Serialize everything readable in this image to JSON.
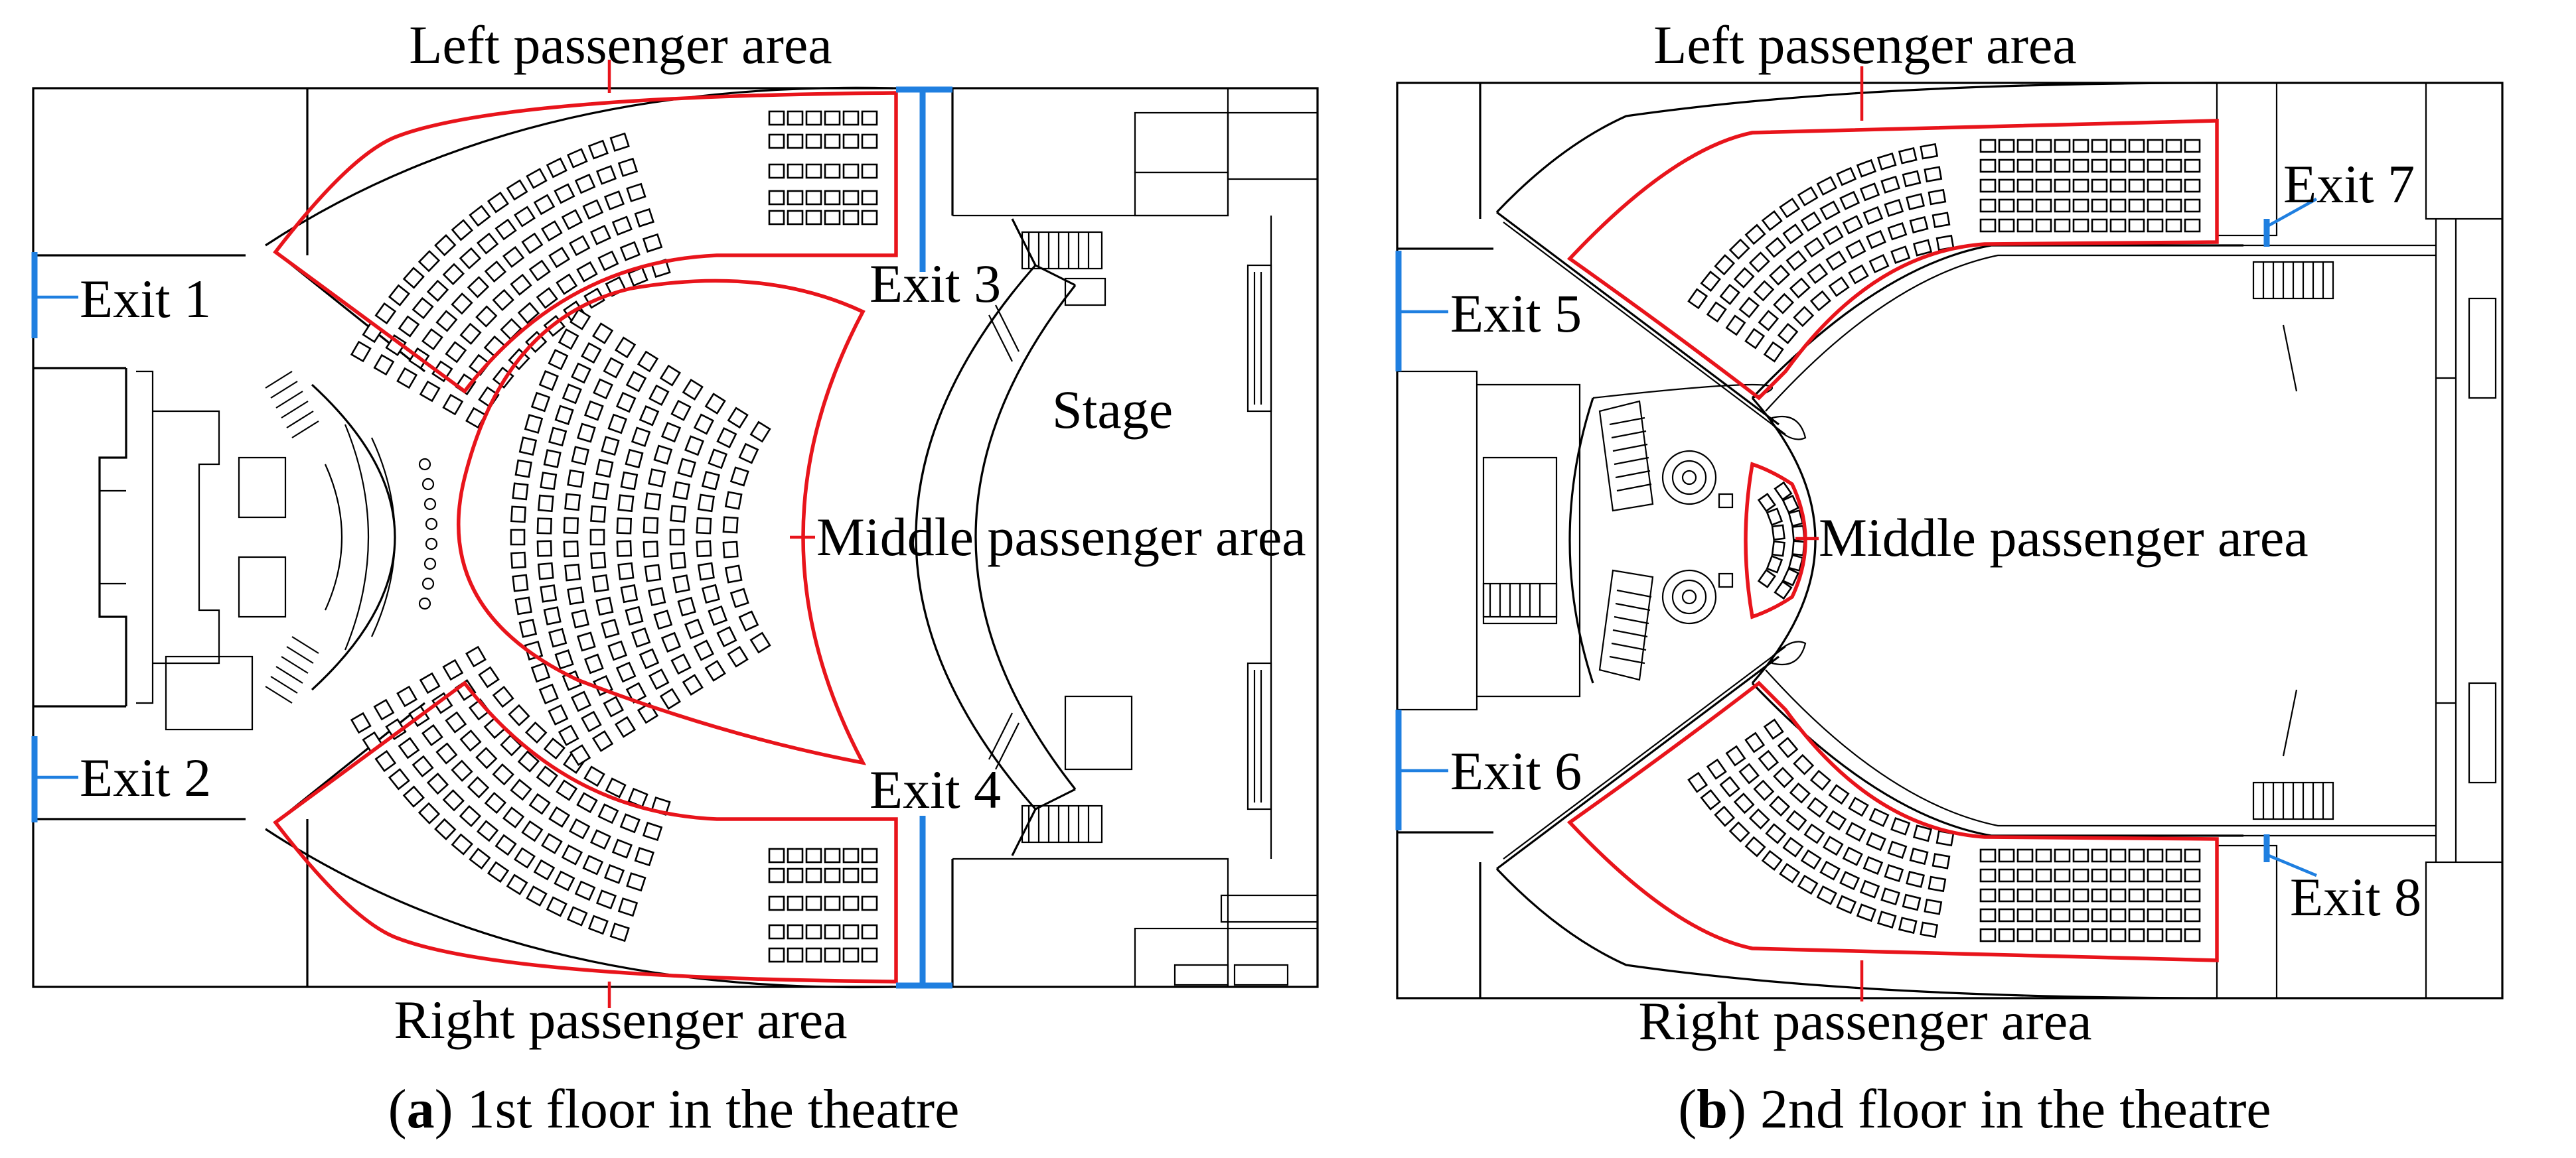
{
  "colors": {
    "area_outline": "#e8141b",
    "exit_marker": "#1f7fe0",
    "walls": "#000000",
    "background": "#ffffff"
  },
  "floor1": {
    "areas": {
      "left": "Left passenger area",
      "middle": "Middle passenger area",
      "right": "Right passenger area"
    },
    "stage": "Stage",
    "exits": {
      "exit1": "Exit 1",
      "exit2": "Exit 2",
      "exit3": "Exit 3",
      "exit4": "Exit 4"
    },
    "caption": {
      "letter": "a",
      "text": " 1st floor in the theatre"
    }
  },
  "floor2": {
    "areas": {
      "left": "Left passenger area",
      "middle": "Middle passenger area",
      "right": "Right passenger area"
    },
    "exits": {
      "exit5": "Exit 5",
      "exit6": "Exit 6",
      "exit7": "Exit 7",
      "exit8": "Exit 8"
    },
    "caption": {
      "letter": "b",
      "text": " 2nd floor in the theatre"
    }
  }
}
